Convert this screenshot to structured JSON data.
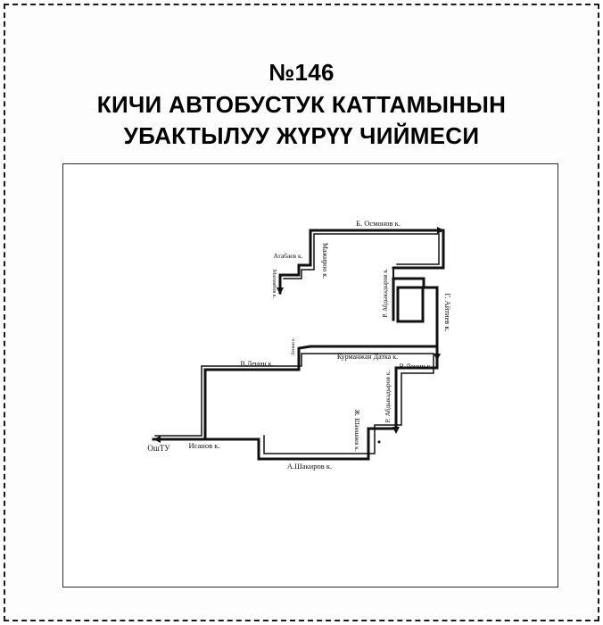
{
  "title": {
    "line1": "№146",
    "line2": "КИЧИ АВТОБУСТУК КАТТАМЫНЫН",
    "line3": "УБАКТЫЛУУ ЖҮРҮҮ ЧИЙМЕСИ"
  },
  "streets": {
    "b_osmonov": "Б. Осмонов к.",
    "atabaev": "Атабаев к.",
    "makhkambo": "Махмабов к.",
    "mazhiroo": "Мажироо к.",
    "r_abdykadyrov_top": "Р. Абдыкадыров к.",
    "g_aitiev": "Г. Айтиев к.",
    "kurmanzhan": "Курманжан Датка к.",
    "v_lenin_left": "В.Ленин к.",
    "v_lenin_right": "В.Ленин к.",
    "r_abdykadyrov_bottom": "Р. Абдыкадыров к.",
    "zh_shamshiev": "Ж. Шамшиев к.",
    "a_shakirov": "А.Шакиров к.",
    "isanov": "Исанов к.",
    "oshtu": "ОшТУ",
    "small_street": "Ленин к."
  }
}
